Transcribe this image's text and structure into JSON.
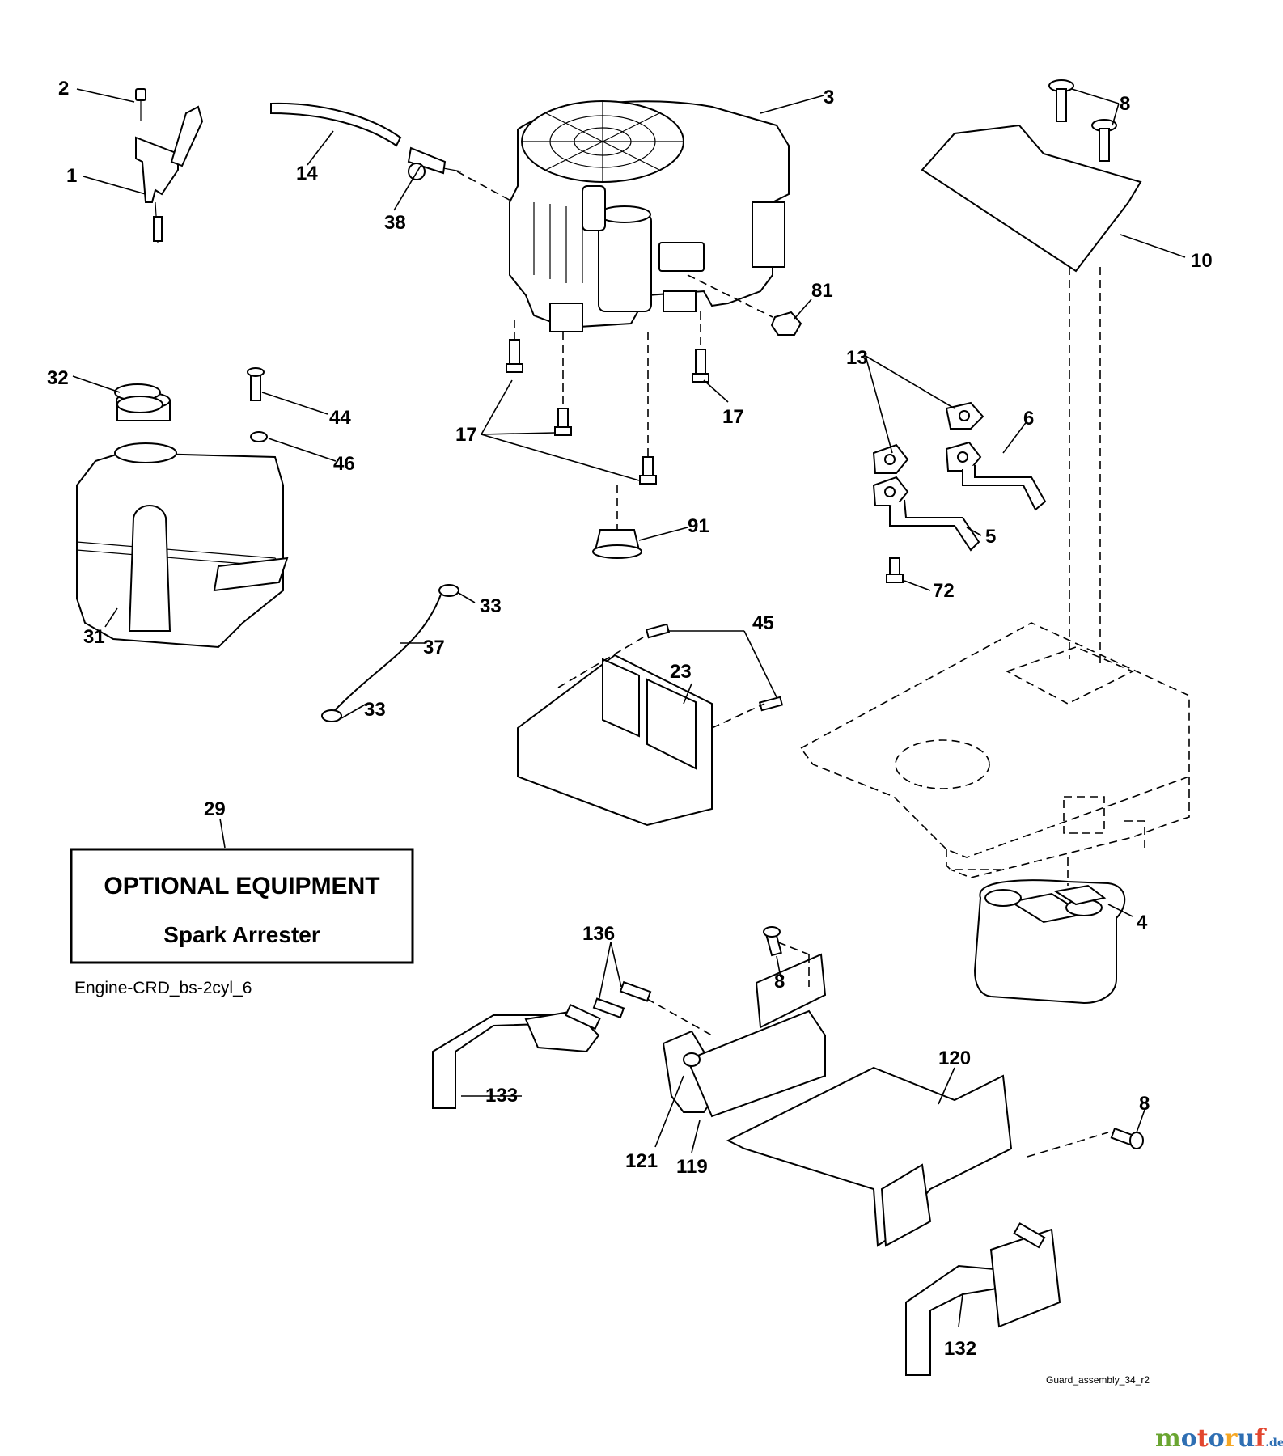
{
  "callouts": {
    "c1": "1",
    "c2": "2",
    "c3": "3",
    "c4": "4",
    "c5": "5",
    "c6": "6",
    "c8a": "8",
    "c8b": "8",
    "c8c": "8",
    "c10": "10",
    "c13": "13",
    "c14": "14",
    "c17a": "17",
    "c17b": "17",
    "c23": "23",
    "c29": "29",
    "c31": "31",
    "c32": "32",
    "c33a": "33",
    "c33b": "33",
    "c37": "37",
    "c38": "38",
    "c44": "44",
    "c45": "45",
    "c46": "46",
    "c72": "72",
    "c81": "81",
    "c91": "91",
    "c119": "119",
    "c120": "120",
    "c121": "121",
    "c132": "132",
    "c133": "133",
    "c136": "136"
  },
  "optional_box": {
    "title": "OPTIONAL EQUIPMENT",
    "subtitle": "Spark Arrester"
  },
  "captions": {
    "engine_ref": "Engine-CRD_bs-2cyl_6",
    "guard_ref": "Guard_assembly_34_r2"
  },
  "watermark": {
    "brand": "motoruf",
    "suffix": ".de",
    "colors": {
      "m": "#6aa531",
      "o": "#2f6fb3",
      "t": "#e2462f",
      "r": "#f5a623"
    }
  }
}
